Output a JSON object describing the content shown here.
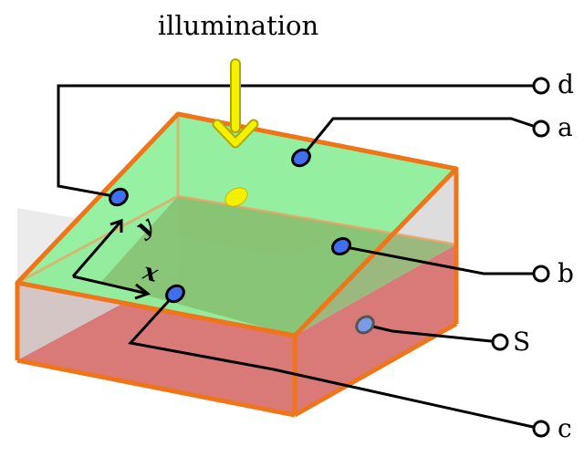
{
  "title": "illumination",
  "terminals": {
    "d": "d",
    "a": "a",
    "b": "b",
    "S": "S",
    "c": "c"
  },
  "axes": {
    "x": "x",
    "y": "y"
  },
  "colors": {
    "top_face": "#8ef09a",
    "bottom_face": "#d97a78",
    "side_face": "#d8d8d8",
    "edge": "#f07418",
    "contact": "#3f6ff0",
    "contact_s": "#7a9be8",
    "arrow": "#f5f000",
    "spot": "#f5f000",
    "wire": "#000000"
  }
}
